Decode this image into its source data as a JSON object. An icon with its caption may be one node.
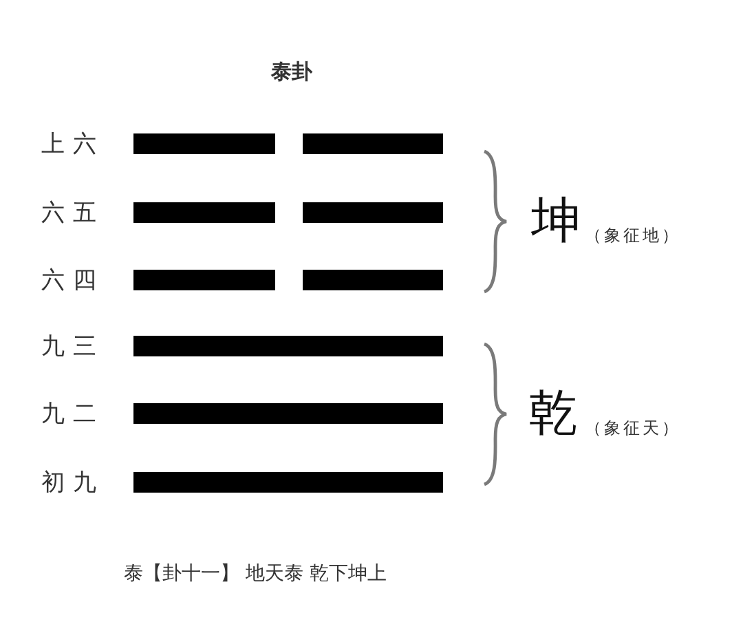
{
  "diagram": {
    "title": "泰卦",
    "caption": "泰【卦十一】 地天泰 乾下坤上",
    "labels": [
      "上六",
      "六五",
      "六四",
      "九三",
      "九二",
      "初九",
      "坤",
      "（象征地）",
      "乾",
      "（象征天）"
    ]
  }
}
